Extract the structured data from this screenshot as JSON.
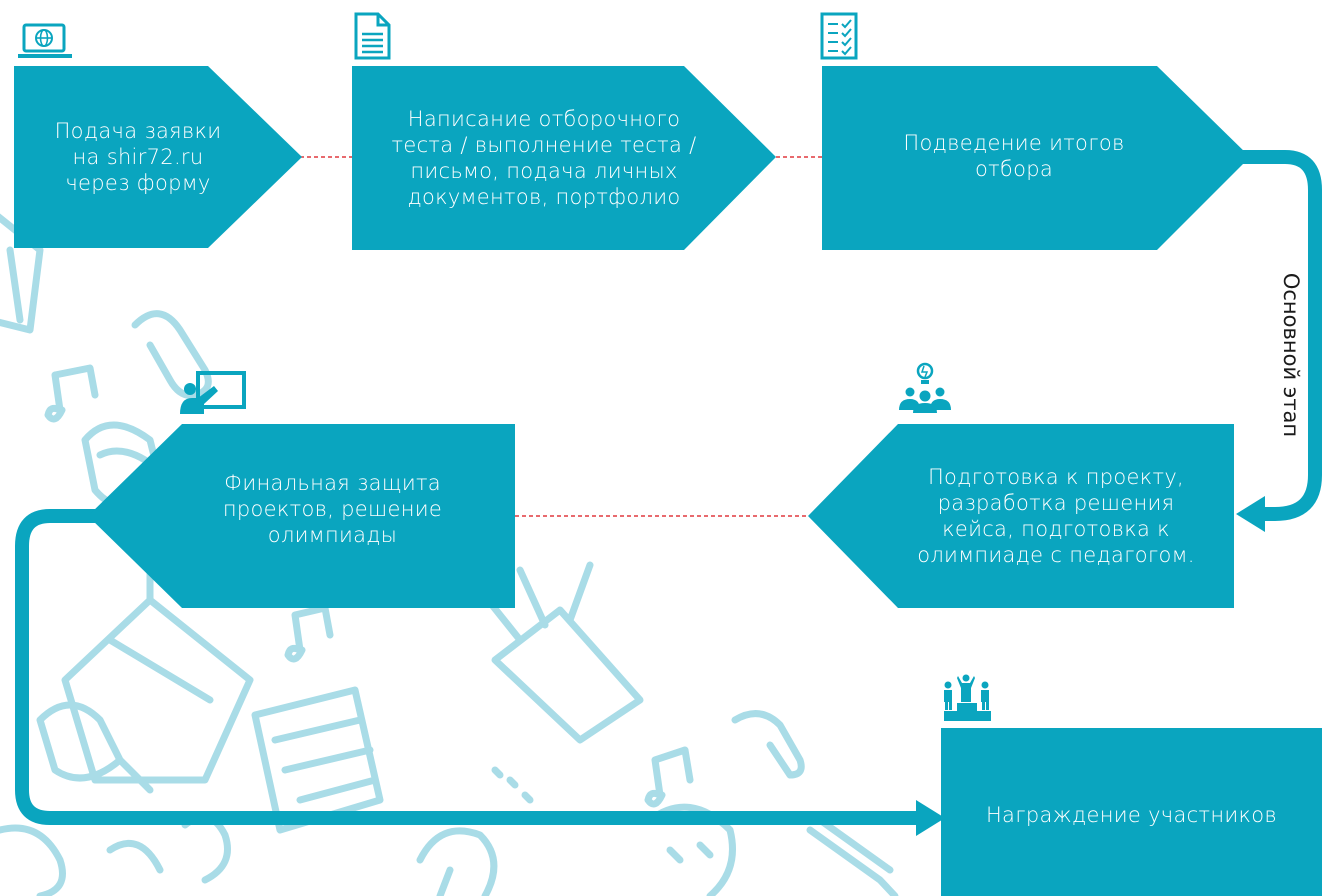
{
  "colors": {
    "primary": "#0aa5bf",
    "doodle": "#a9dce7",
    "connector": "#e0393e",
    "text": "#ffffff",
    "label": "#1b1b1b"
  },
  "steps": [
    {
      "text": "Подача заявки\nна shir72.ru\nчерез форму",
      "icon": "laptop-globe-icon"
    },
    {
      "text": "Написание отборочного\nтеста / выполнение теста /\nписьмо, подача личных\nдокументов, портфолио",
      "icon": "document-icon"
    },
    {
      "text": "Подведение итогов\nотбора",
      "icon": "checklist-icon"
    },
    {
      "text": "Подготовка к проекту,\nразработка решения\nкейса, подготовка к\nолимпиаде с педагогом.",
      "icon": "team-idea-icon"
    },
    {
      "text": "Финальная защита\nпроектов, решение\nолимпиады",
      "icon": "presentation-icon"
    },
    {
      "text": "Награждение участников",
      "icon": "podium-icon"
    }
  ],
  "stage_label": "Основной этап"
}
